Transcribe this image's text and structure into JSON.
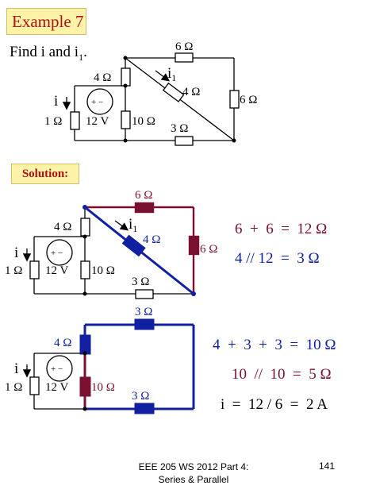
{
  "header": {
    "title": "Example 7"
  },
  "problem": {
    "find_text": "Find i and i",
    "find_sub": "1",
    "find_end": "."
  },
  "solution_label": "Solution:",
  "labels": {
    "r6": "6 Ω",
    "r4": "4 Ω",
    "r3": "3 Ω",
    "r10": "10 Ω",
    "r1": "1 Ω",
    "src": "12 V",
    "i": "i",
    "i1": "i",
    "i1_sub": "1",
    "plus_minus": "+ −"
  },
  "equations": {
    "eq1": "6  +  6  =  12 Ω",
    "eq2": "4 // 12  =  3 Ω",
    "eq3": "4  +  3  +  3  =  10 Ω",
    "eq4": "10  //  10  =  5 Ω",
    "eq5": "i  =  12 / 6  =  2 A"
  },
  "footer": {
    "line1": "EEE 205 WS 2012 Part 4:",
    "line2": "Series & Parallel",
    "page_number": "141"
  },
  "colors": {
    "title_bg": "#fdf3a8",
    "title_text": "#b01010",
    "maroon": "#7a1030",
    "blue": "#1020a0"
  }
}
